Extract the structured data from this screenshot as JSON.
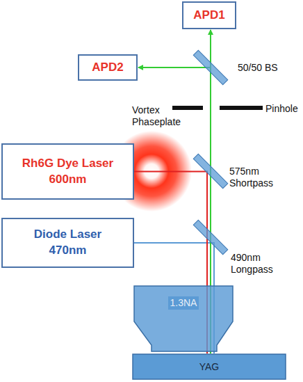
{
  "diagram": {
    "nodes": [
      {
        "text": [
          "APD1"
        ]
      },
      {
        "text": [
          "APD2"
        ]
      },
      {
        "text": [
          "Rh6G Dye Laser",
          "600nm"
        ]
      },
      {
        "text": [
          "Diode Laser",
          "470nm"
        ]
      },
      {
        "text": [
          "1.3NA"
        ]
      },
      {
        "text": [
          "YAG"
        ]
      }
    ],
    "edges": [
      {
        "from": 3,
        "to": 5,
        "arrow": "none"
      },
      {
        "from": 2,
        "to": 5,
        "arrow": "none"
      },
      {
        "from": 5,
        "to": 0,
        "arrow": "to"
      },
      {
        "from": 5,
        "to": 1,
        "arrow": "to"
      }
    ],
    "labels": [
      "50/50 BS",
      "Vortex Phaseplate",
      "Pinhole",
      "575nm Shortpass",
      "490nm Longpass"
    ]
  }
}
